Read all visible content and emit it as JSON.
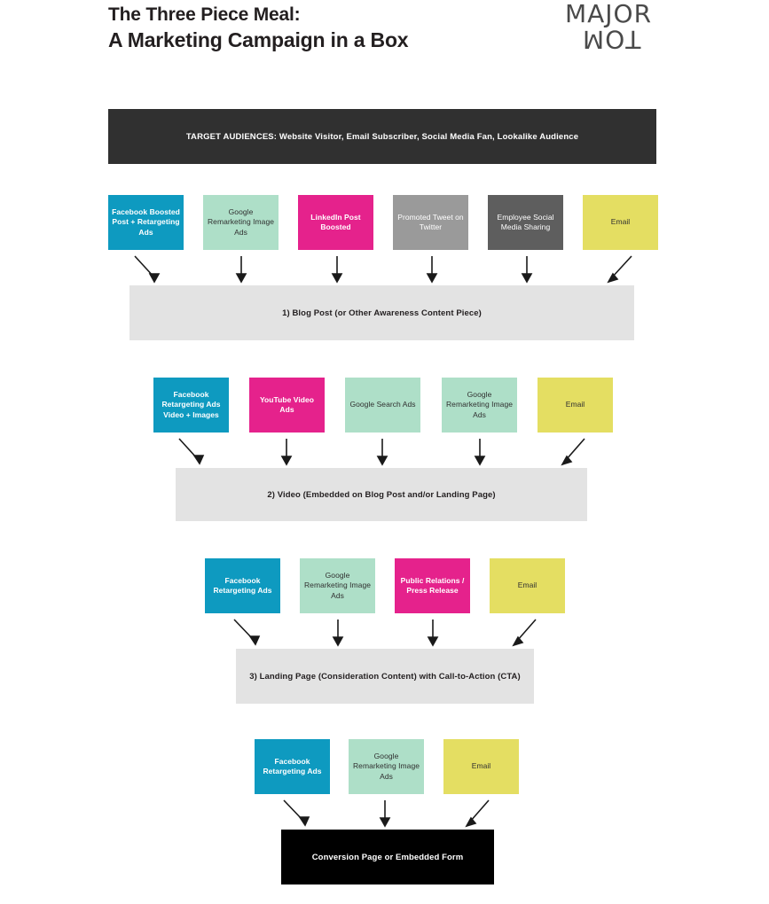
{
  "header": {
    "title_line1": "The Three Piece Meal:",
    "title_line2": "A Marketing Campaign in a Box",
    "logo_top": "MAJOR",
    "logo_bottom": "TOM"
  },
  "audience_banner": {
    "text": "TARGET AUDIENCES: Website Visitor, Email Subscriber, Social Media Fan, Lookalike Audience",
    "background": "#303030",
    "text_color": "#ffffff"
  },
  "colors": {
    "teal": "#0e9ac0",
    "mint": "#aedfc8",
    "magenta": "#e5228c",
    "gray": "#9a9a9a",
    "dark_gray": "#5e5e5e",
    "yellow": "#e4de62",
    "stage_bar": "#e3e3e3",
    "final_bar": "#000000"
  },
  "stages": [
    {
      "channels": [
        {
          "label": "Facebook Boosted Post + Retargeting Ads",
          "color": "teal"
        },
        {
          "label": "Google Remarketing Image Ads",
          "color": "mint"
        },
        {
          "label": "LinkedIn Post Boosted",
          "color": "magenta"
        },
        {
          "label": "Promoted Tweet on Twitter",
          "color": "gray"
        },
        {
          "label": "Employee Social Media Sharing",
          "color": "dark_gray"
        },
        {
          "label": "Email",
          "color": "yellow"
        }
      ],
      "bar_label": "1) Blog Post (or Other Awareness Content Piece)"
    },
    {
      "channels": [
        {
          "label": "Facebook Retargeting Ads Video + Images",
          "color": "teal"
        },
        {
          "label": "YouTube Video Ads",
          "color": "magenta"
        },
        {
          "label": "Google Search Ads",
          "color": "mint"
        },
        {
          "label": "Google Remarketing Image Ads",
          "color": "mint"
        },
        {
          "label": "Email",
          "color": "yellow"
        }
      ],
      "bar_label": "2) Video (Embedded on Blog Post and/or Landing Page)"
    },
    {
      "channels": [
        {
          "label": "Facebook Retargeting Ads",
          "color": "teal"
        },
        {
          "label": "Google Remarketing Image Ads",
          "color": "mint"
        },
        {
          "label": "Public Relations / Press Release",
          "color": "magenta"
        },
        {
          "label": "Email",
          "color": "yellow"
        }
      ],
      "bar_label": "3) Landing Page (Consideration Content) with Call-to-Action (CTA)"
    },
    {
      "channels": [
        {
          "label": "Facebook Retargeting Ads",
          "color": "teal"
        },
        {
          "label": "Google Remarketing Image Ads",
          "color": "mint"
        },
        {
          "label": "Email",
          "color": "yellow"
        }
      ],
      "bar_label": "Conversion Page or Embedded Form"
    }
  ]
}
